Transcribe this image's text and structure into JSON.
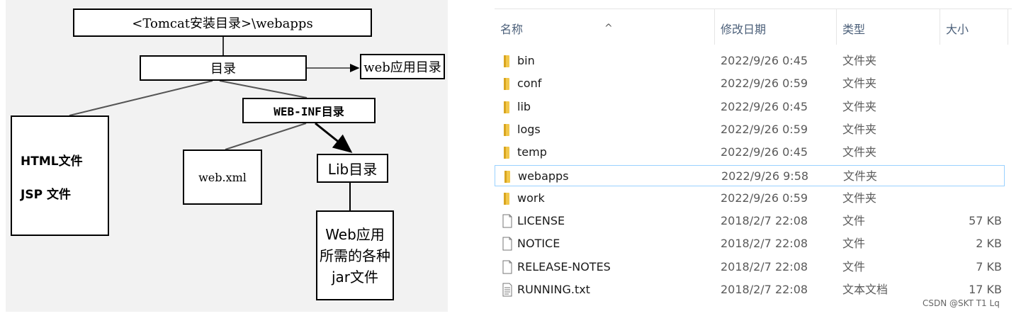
{
  "diagram": {
    "root": "<Tomcat安装目录>\\webapps",
    "dir": "目录",
    "webapp_dir": "web应用目录",
    "webinf_dir": "WEB-INF目录",
    "static_files": [
      "HTML文件",
      "JSP 文件"
    ],
    "webxml": "web.xml",
    "lib_dir": "Lib目录",
    "jar_desc": [
      "Web应用",
      "所需的各种",
      "jar文件"
    ]
  },
  "explorer": {
    "columns": {
      "name": "名称",
      "date": "修改日期",
      "type": "类型",
      "size": "大小"
    },
    "sorted_by": "名称",
    "rows": [
      {
        "name": "bin",
        "date": "2022/9/26 0:45",
        "type": "文件夹",
        "size": "",
        "icon": "folder-icon"
      },
      {
        "name": "conf",
        "date": "2022/9/26 0:59",
        "type": "文件夹",
        "size": "",
        "icon": "folder-icon"
      },
      {
        "name": "lib",
        "date": "2022/9/26 0:45",
        "type": "文件夹",
        "size": "",
        "icon": "folder-icon"
      },
      {
        "name": "logs",
        "date": "2022/9/26 0:59",
        "type": "文件夹",
        "size": "",
        "icon": "folder-icon"
      },
      {
        "name": "temp",
        "date": "2022/9/26 0:45",
        "type": "文件夹",
        "size": "",
        "icon": "folder-icon"
      },
      {
        "name": "webapps",
        "date": "2022/9/26 9:58",
        "type": "文件夹",
        "size": "",
        "icon": "folder-icon",
        "selected": true
      },
      {
        "name": "work",
        "date": "2022/9/26 0:59",
        "type": "文件夹",
        "size": "",
        "icon": "folder-icon"
      },
      {
        "name": "LICENSE",
        "date": "2018/2/7 22:08",
        "type": "文件",
        "size": "57 KB",
        "icon": "file-icon"
      },
      {
        "name": "NOTICE",
        "date": "2018/2/7 22:08",
        "type": "文件",
        "size": "2 KB",
        "icon": "file-icon"
      },
      {
        "name": "RELEASE-NOTES",
        "date": "2018/2/7 22:08",
        "type": "文件",
        "size": "7 KB",
        "icon": "file-icon"
      },
      {
        "name": "RUNNING.txt",
        "date": "2018/2/7 22:08",
        "type": "文本文档",
        "size": "17 KB",
        "icon": "text-file-icon"
      }
    ]
  },
  "watermark": "CSDN @SKT T1 Lq",
  "colors": {
    "folder": "#f2c84b",
    "header_text": "#4c607a",
    "selection_border": "#99d1ff"
  }
}
